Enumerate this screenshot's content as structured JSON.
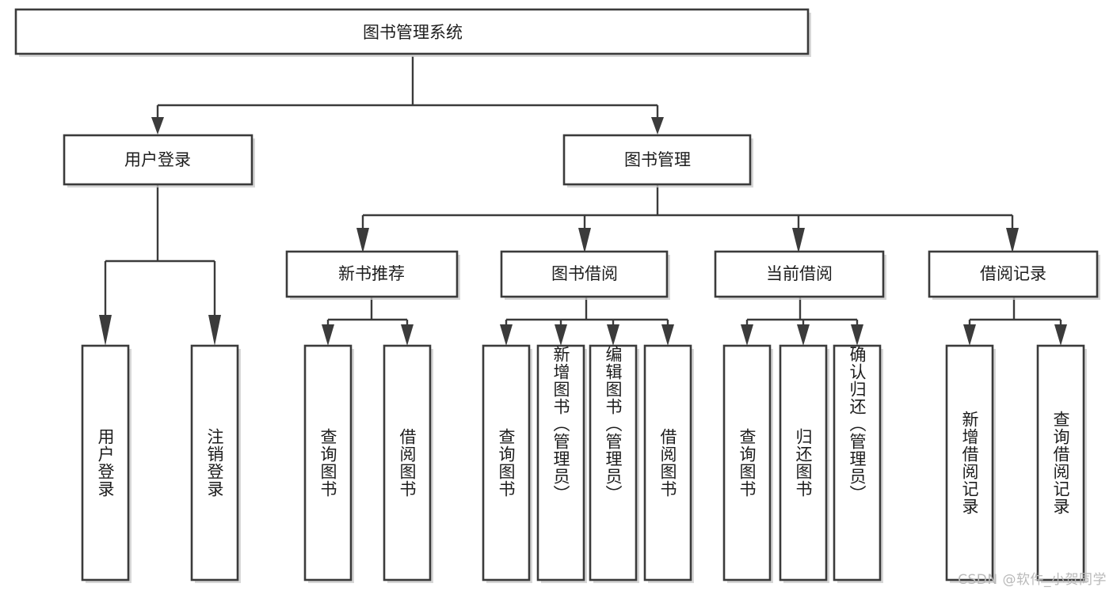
{
  "diagram": {
    "title": "图书管理系统",
    "type": "hierarchy-tree",
    "orientation": "top-down",
    "colors": {
      "box_stroke": "#3b3b3b",
      "box_fill": "#ffffff",
      "connector": "#3b3b3b",
      "shadow": "#c9c9c9",
      "text": "#1d1d1d",
      "watermark": "#b9b9b9"
    },
    "levels": {
      "root": {
        "label": "图书管理系统"
      },
      "level2": [
        {
          "label": "用户登录"
        },
        {
          "label": "图书管理"
        }
      ],
      "level3": [
        {
          "label": "新书推荐"
        },
        {
          "label": "图书借阅"
        },
        {
          "label": "当前借阅"
        },
        {
          "label": "借阅记录"
        }
      ],
      "leaves": {
        "user_login": [
          {
            "label": "用户登录"
          },
          {
            "label": "注销登录"
          }
        ],
        "new_book_recommend": [
          {
            "label": "查询图书"
          },
          {
            "label": "借阅图书"
          }
        ],
        "book_borrow": [
          {
            "label": "查询图书"
          },
          {
            "label": "新增图书（管理员）"
          },
          {
            "label": "编辑图书（管理员）"
          },
          {
            "label": "借阅图书"
          }
        ],
        "current_borrow": [
          {
            "label": "查询图书"
          },
          {
            "label": "归还图书"
          },
          {
            "label": "确认归还（管理员）"
          }
        ],
        "borrow_record": [
          {
            "label": "新增借阅记录"
          },
          {
            "label": "查询借阅记录"
          }
        ]
      }
    },
    "watermark": "CSDN @软件_小贺同学"
  }
}
